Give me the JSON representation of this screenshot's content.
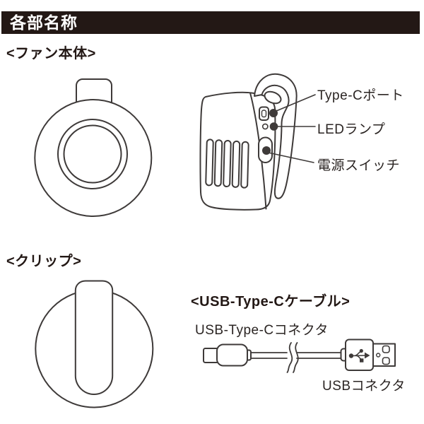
{
  "header": {
    "title": "各部名称"
  },
  "sections": {
    "fan_body": {
      "heading": "<ファン本体>"
    },
    "clip": {
      "heading": "<クリップ>"
    },
    "cable": {
      "heading": "<USB-Type-Cケーブル>",
      "labels": {
        "type_c_connector": "USB-Type-Cコネクタ",
        "usb_connector": "USBコネクタ"
      }
    }
  },
  "callouts": {
    "type_c_port": "Type-Cポート",
    "led_lamp": "LEDランプ",
    "power_switch": "電源スイッチ"
  },
  "icons": {
    "usb_logo": "usb-trident-icon"
  },
  "colors": {
    "header_bg": "#231815",
    "header_text": "#ffffff",
    "line_art": "#3e3a39",
    "label_text": "#2b2523"
  }
}
